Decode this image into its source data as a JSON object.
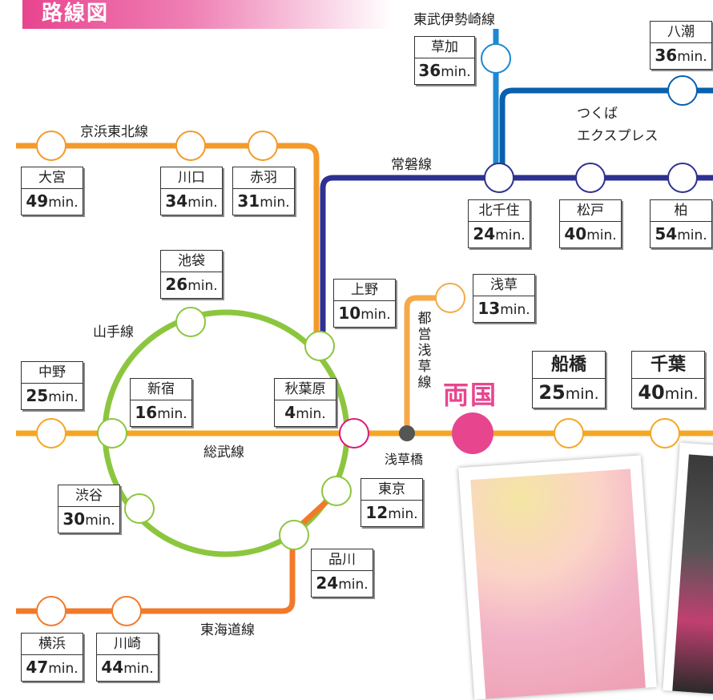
{
  "title": "路線図",
  "lines": {
    "tobu": "東武伊勢崎線",
    "tsukuba": "つくば\nエクスプレス",
    "joban": "常磐線",
    "keihin": "京浜東北線",
    "yamanote": "山手線",
    "sobu": "総武線",
    "asakusa": "都営浅草線",
    "tokaido": "東海道線"
  },
  "asakusabashi": "浅草橋",
  "destination": "両国",
  "stations": {
    "soka": {
      "name": "草加",
      "time": "36",
      "unit": "min."
    },
    "yashio": {
      "name": "八潮",
      "time": "36",
      "unit": "min."
    },
    "omiya": {
      "name": "大宮",
      "time": "49",
      "unit": "min."
    },
    "kawaguchi": {
      "name": "川口",
      "time": "34",
      "unit": "min."
    },
    "akabane": {
      "name": "赤羽",
      "time": "31",
      "unit": "min."
    },
    "kitasenju": {
      "name": "北千住",
      "time": "24",
      "unit": "min."
    },
    "matsudo": {
      "name": "松戸",
      "time": "40",
      "unit": "min."
    },
    "kashiwa": {
      "name": "柏",
      "time": "54",
      "unit": "min."
    },
    "ikebukuro": {
      "name": "池袋",
      "time": "26",
      "unit": "min."
    },
    "ueno": {
      "name": "上野",
      "time": "10",
      "unit": "min."
    },
    "asakusa": {
      "name": "浅草",
      "time": "13",
      "unit": "min."
    },
    "nakano": {
      "name": "中野",
      "time": "25",
      "unit": "min."
    },
    "shinjuku": {
      "name": "新宿",
      "time": "16",
      "unit": "min."
    },
    "akihabara": {
      "name": "秋葉原",
      "time": "4",
      "unit": "min."
    },
    "funabashi": {
      "name": "船橋",
      "time": "25",
      "unit": "min."
    },
    "chiba": {
      "name": "千葉",
      "time": "40",
      "unit": "min."
    },
    "shibuya": {
      "name": "渋谷",
      "time": "30",
      "unit": "min."
    },
    "tokyo": {
      "name": "東京",
      "time": "12",
      "unit": "min."
    },
    "shinagawa": {
      "name": "品川",
      "time": "24",
      "unit": "min."
    },
    "yokohama": {
      "name": "横浜",
      "time": "47",
      "unit": "min."
    },
    "kawasaki": {
      "name": "川崎",
      "time": "44",
      "unit": "min."
    }
  },
  "colors": {
    "sobu": "#f5a623",
    "keihin": "#f39a2b",
    "tokaido": "#f07a2a",
    "yamanote": "#8cc63f",
    "joban": "#2e3192",
    "tobu": "#1e88d0",
    "tsukuba": "#0a5fae",
    "asakusa": "#f5a94a",
    "destination": "#e8458f"
  }
}
